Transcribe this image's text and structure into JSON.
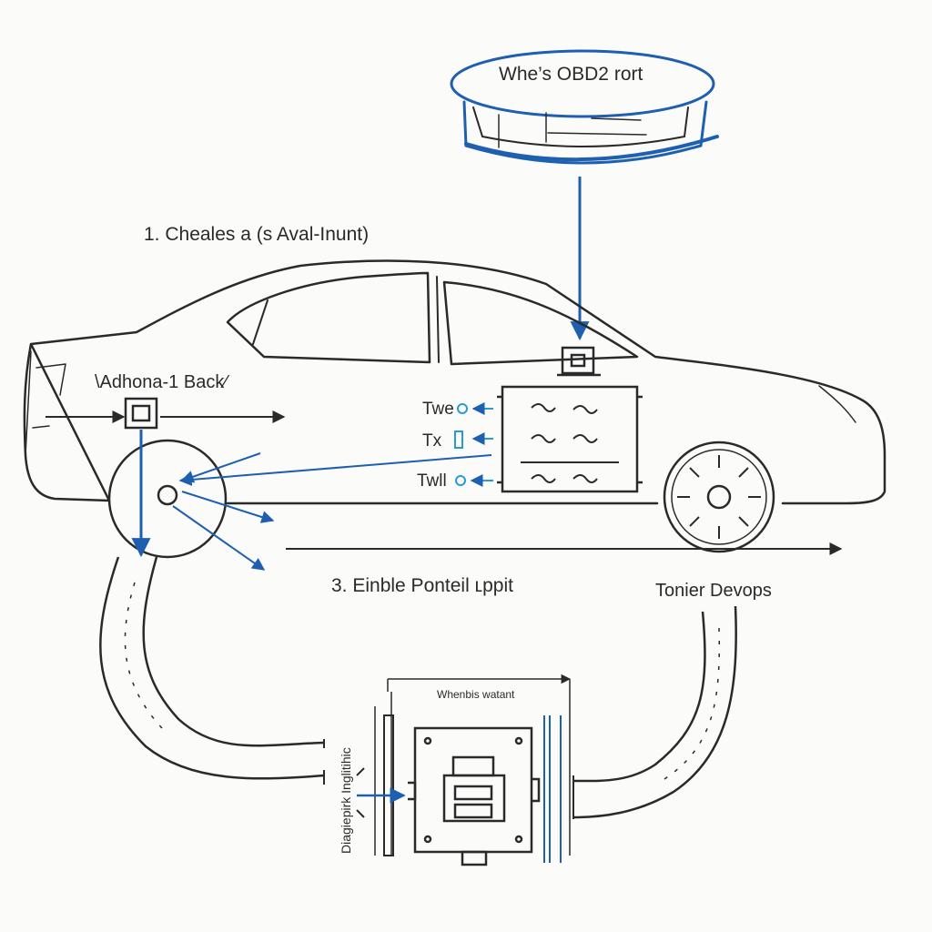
{
  "labels": {
    "port_title": "Whe’s OBD2 rort",
    "step1": "1. Cheales a (s Aval-Inunt)",
    "adapter": "\\Adhona-1 Back⁄",
    "tx1": "Twe",
    "tx2": "Tx",
    "tx3": "Twll",
    "step3": "3. Einble Ponteil ʟppit",
    "right_label": "Tonier Devops",
    "top_dim": "Whenbis watant",
    "vertical_label": "Diagiepirk Inglitihic"
  },
  "colors": {
    "ink": "#2a2a2a",
    "blue": "#1f5fb0",
    "light_blue": "#2a9bd0",
    "paper": "#fbfbfa"
  }
}
